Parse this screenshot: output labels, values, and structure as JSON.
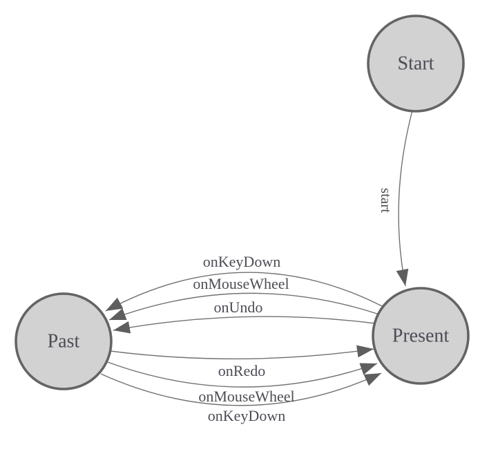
{
  "diagram": {
    "type": "state-machine",
    "nodes": {
      "start": {
        "label": "Start"
      },
      "present": {
        "label": "Present"
      },
      "past": {
        "label": "Past"
      }
    },
    "edges": {
      "start_transition": {
        "label": "start",
        "from": "Start",
        "to": "Present"
      },
      "present_to_past": [
        {
          "label": "onKeyDown"
        },
        {
          "label": "onMouseWheel"
        },
        {
          "label": "onUndo"
        }
      ],
      "past_to_present": [
        {
          "label": "onRedo"
        },
        {
          "label": "onMouseWheel"
        },
        {
          "label": "onKeyDown"
        }
      ]
    },
    "colors": {
      "node_fill": "#d2d2d2",
      "node_stroke": "#646464",
      "edge_stroke": "#707070",
      "arrow_fill": "#5e5e5e",
      "label_text": "#4c4c55"
    }
  }
}
